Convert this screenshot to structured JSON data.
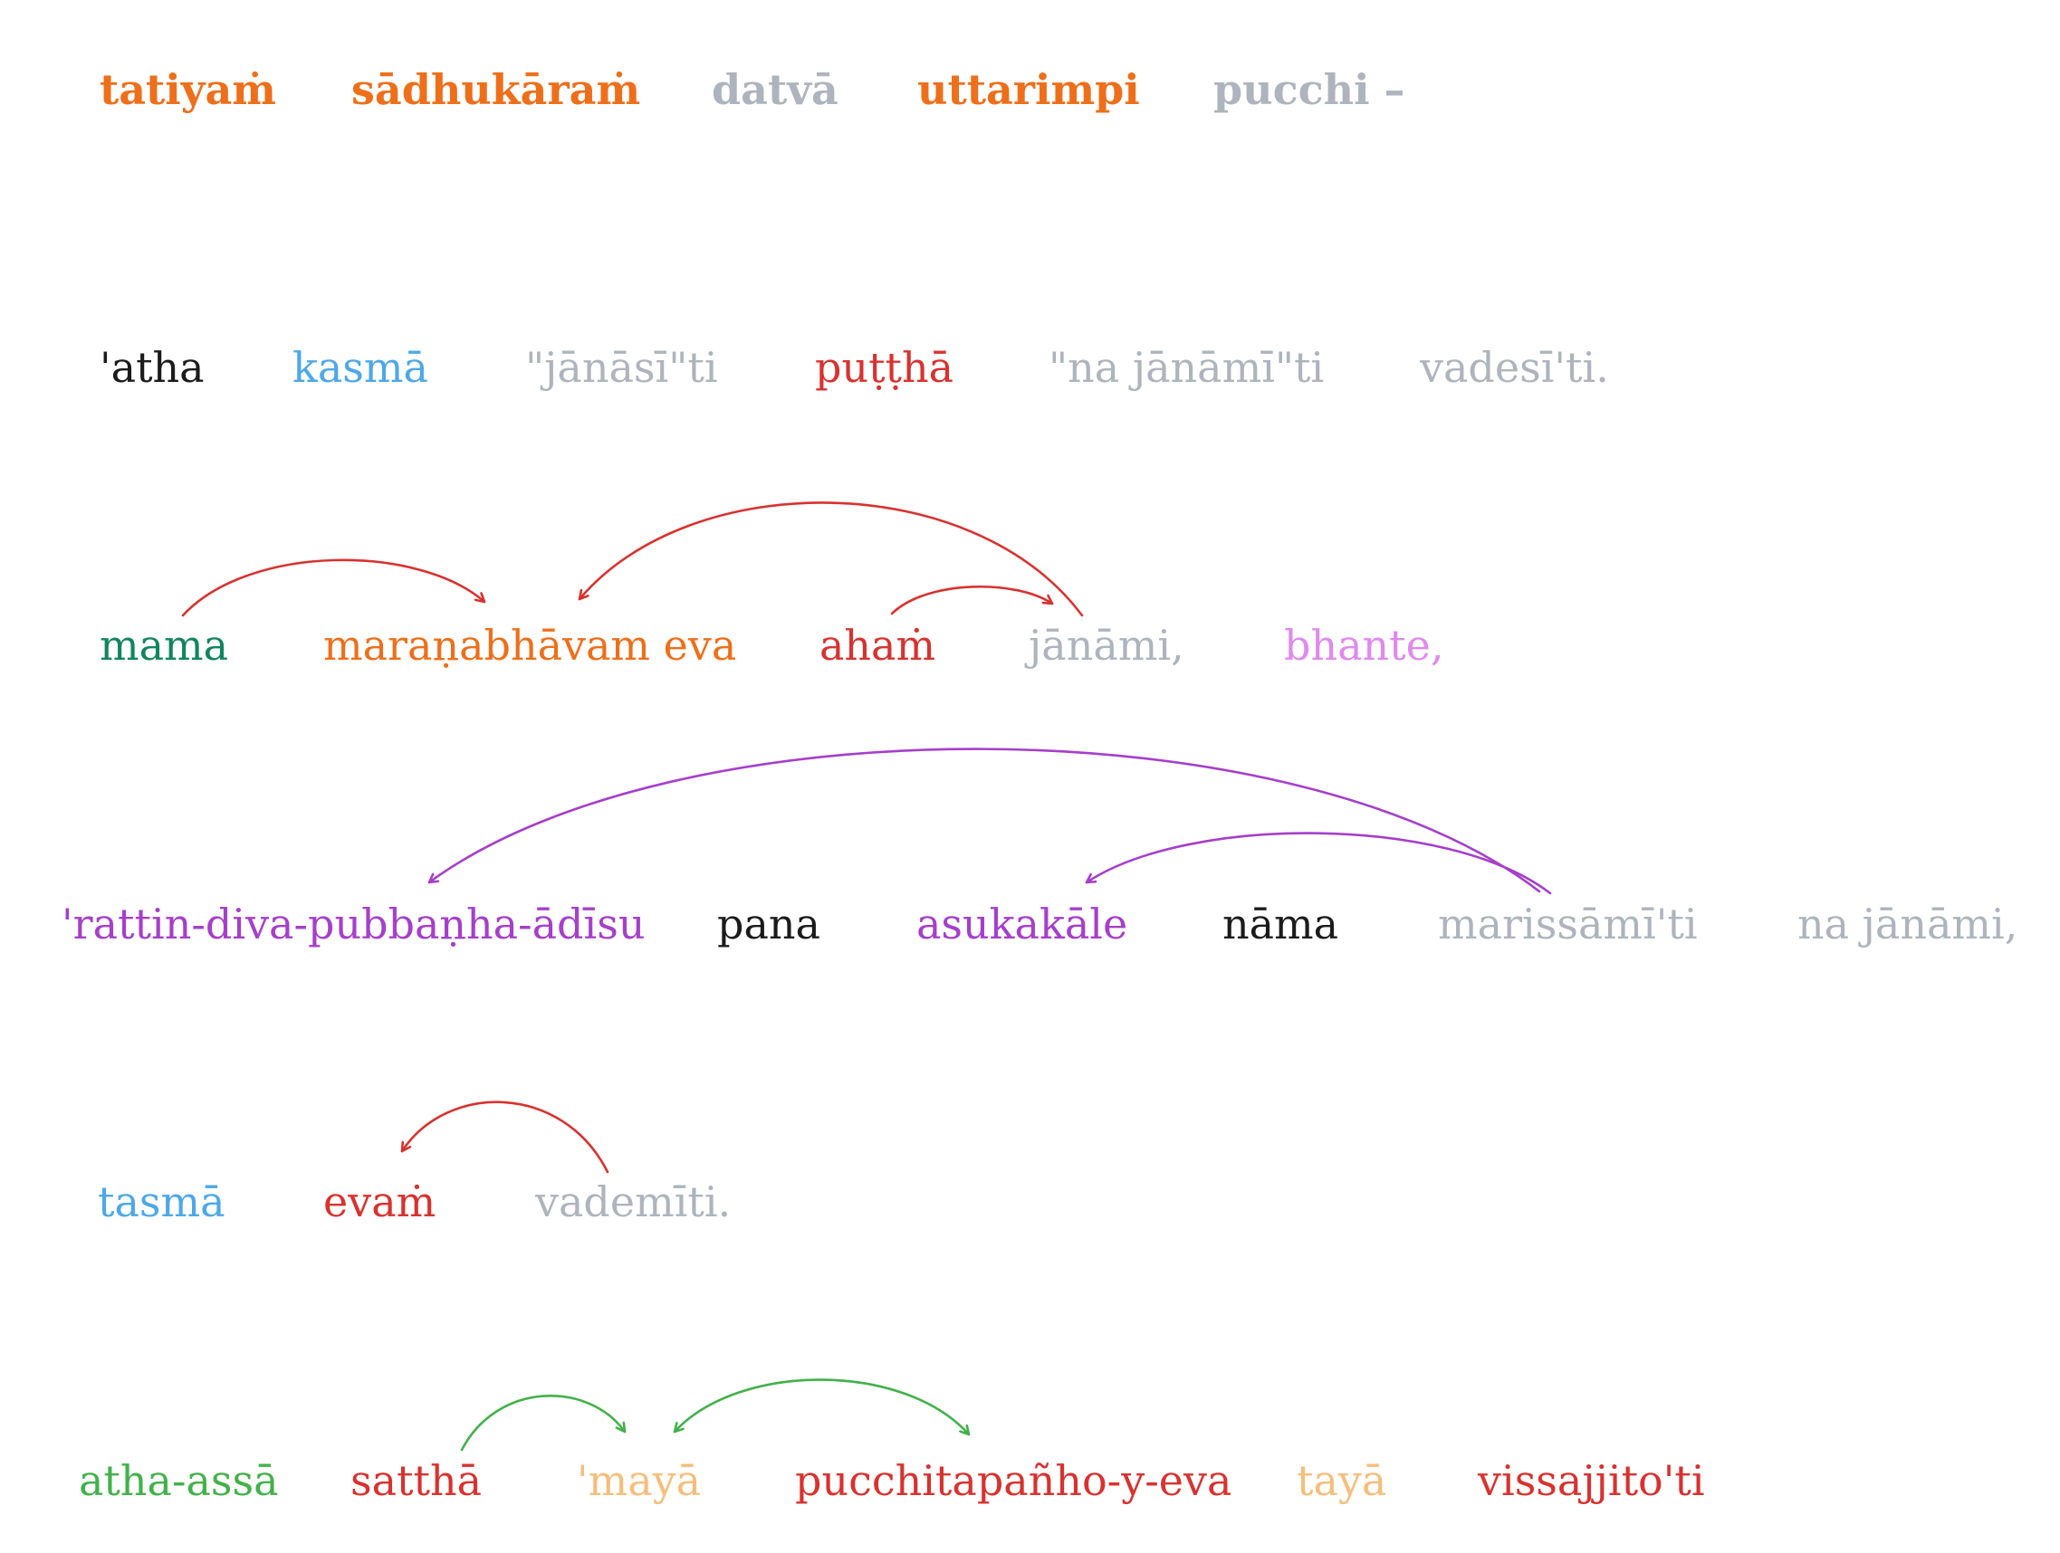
{
  "colors": {
    "orange": "#ee6f1a",
    "gray": "#aeb4bd",
    "black": "#1b1b1b",
    "blue": "#4da8e8",
    "red": "#d8322f",
    "teal": "#11855d",
    "pink": "#e089ee",
    "purple": "#a63fca",
    "green": "#43b14b",
    "peach": "#f5be7c"
  },
  "sentences": [
    {
      "words": [
        {
          "text": "tatiyaṁ",
          "color": "orange",
          "bold": true
        },
        {
          "text": "sādhukāraṁ",
          "color": "orange",
          "bold": true
        },
        {
          "text": "datvā",
          "color": "gray",
          "bold": true
        },
        {
          "text": "uttarimpi",
          "color": "orange",
          "bold": true
        },
        {
          "text": "pucchi –",
          "color": "gray",
          "bold": true
        }
      ],
      "arcs": []
    },
    {
      "words": [
        {
          "text": "'atha",
          "color": "black",
          "bold": false
        },
        {
          "text": "kasmā",
          "color": "blue",
          "bold": false
        },
        {
          "text": "\"jānāsī\"ti",
          "color": "gray",
          "bold": false
        },
        {
          "text": "puṭṭhā",
          "color": "red",
          "bold": false
        },
        {
          "text": "\"na jānāmī\"ti",
          "color": "gray",
          "bold": false
        },
        {
          "text": "vadesī'ti.",
          "color": "gray",
          "bold": false
        }
      ],
      "arcs": []
    },
    {
      "words": [
        {
          "text": "mama",
          "color": "teal",
          "bold": false
        },
        {
          "text": "maraṇabhāvam eva",
          "color": "orange",
          "bold": false
        },
        {
          "text": "ahaṁ",
          "color": "red",
          "bold": false
        },
        {
          "text": "jānāmi,",
          "color": "gray",
          "bold": false
        },
        {
          "text": "bhante,",
          "color": "pink",
          "bold": false
        }
      ],
      "arcs": [
        {
          "from": 0,
          "to": 1,
          "color": "red"
        },
        {
          "from": 3,
          "to": 1,
          "color": "red"
        },
        {
          "from": 2,
          "to": 3,
          "color": "red"
        }
      ]
    },
    {
      "words": [
        {
          "text": "'rattin-diva-pubbaṇha-ādīsu",
          "color": "purple",
          "bold": false
        },
        {
          "text": "pana",
          "color": "black",
          "bold": false
        },
        {
          "text": "asukakāle",
          "color": "purple",
          "bold": false
        },
        {
          "text": "nāma",
          "color": "black",
          "bold": false
        },
        {
          "text": "marissāmī'ti",
          "color": "gray",
          "bold": false
        },
        {
          "text": "na jānāmi,",
          "color": "gray",
          "bold": false
        }
      ],
      "arcs": [
        {
          "from": 4,
          "to": 0,
          "color": "purple"
        },
        {
          "from": 4,
          "to": 2,
          "color": "purple"
        }
      ]
    },
    {
      "words": [
        {
          "text": "tasmā",
          "color": "blue",
          "bold": false
        },
        {
          "text": "evaṁ",
          "color": "red",
          "bold": false
        },
        {
          "text": "vademīti.",
          "color": "gray",
          "bold": false
        }
      ],
      "arcs": [
        {
          "from": 2,
          "to": 1,
          "color": "red"
        }
      ]
    },
    {
      "words": [
        {
          "text": "atha-assā",
          "color": "green",
          "bold": false
        },
        {
          "text": "satthā",
          "color": "red",
          "bold": false
        },
        {
          "text": "'mayā",
          "color": "peach",
          "bold": false
        },
        {
          "text": "pucchitapañho-y-eva",
          "color": "red",
          "bold": false
        },
        {
          "text": "tayā",
          "color": "peach",
          "bold": false
        },
        {
          "text": "vissajjito'ti",
          "color": "red",
          "bold": false
        }
      ],
      "arcs": [
        {
          "from": 1,
          "to": 2,
          "color": "green"
        },
        {
          "from": 2,
          "to": 3,
          "color": "green",
          "bidirectional": true
        }
      ]
    }
  ]
}
